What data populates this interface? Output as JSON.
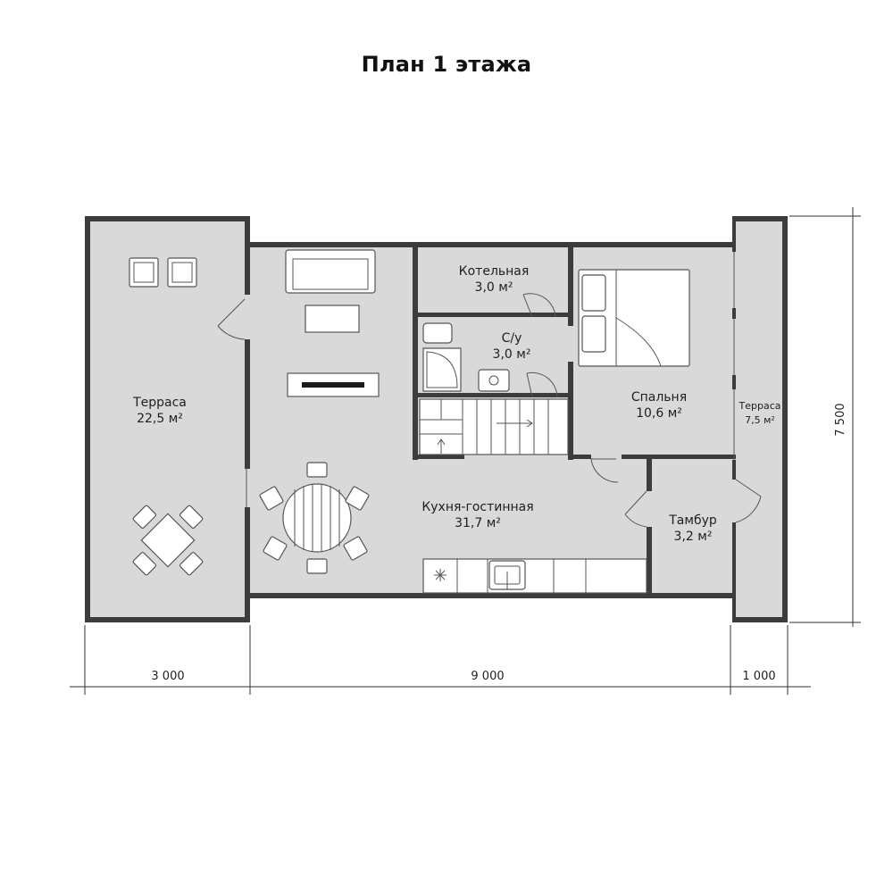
{
  "title": "План 1 этажа",
  "rooms": {
    "terrace_left": {
      "name": "Терраса",
      "area": "22,5 м²"
    },
    "boiler": {
      "name": "Котельная",
      "area": "3,0 м²"
    },
    "wc": {
      "name": "С/у",
      "area": "3,0 м²"
    },
    "bedroom": {
      "name": "Спальня",
      "area": "10,6 м²"
    },
    "terrace_right": {
      "name": "Терраса",
      "area": "7,5 м²"
    },
    "kitchen_living": {
      "name": "Кухня-гостинная",
      "area": "31,7 м²"
    },
    "vestibule": {
      "name": "Тамбур",
      "area": "3,2 м²"
    }
  },
  "dimensions": {
    "left": "3 000",
    "middle": "9 000",
    "right": "1 000",
    "height": "7 500"
  },
  "colors": {
    "wall": "#3c3c3c",
    "floor": "#d9d9d9"
  }
}
